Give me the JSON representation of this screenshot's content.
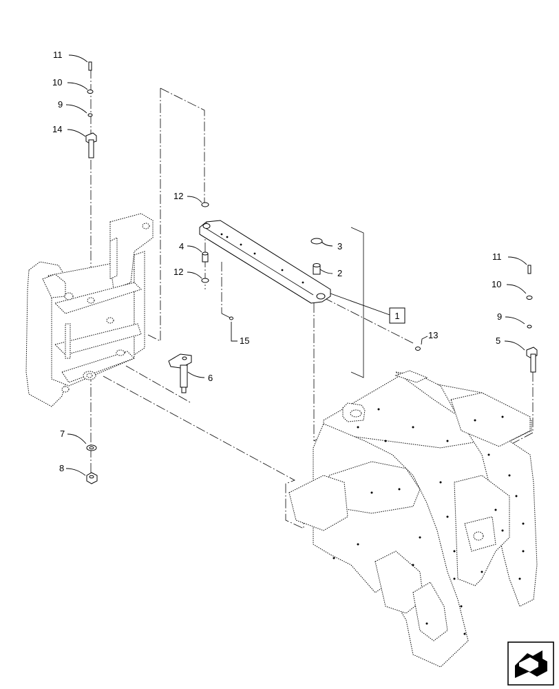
{
  "callouts": {
    "c1": "1",
    "c2": "2",
    "c3": "3",
    "c4": "4",
    "c5": "5",
    "c6": "6",
    "c7": "7",
    "c8": "8",
    "c9_left": "9",
    "c9_right": "9",
    "c10_left": "10",
    "c10_right": "10",
    "c11_left": "11",
    "c11_right": "11",
    "c12_top": "12",
    "c12_bottom": "12",
    "c13": "13",
    "c14": "14",
    "c15": "15"
  },
  "icons": {
    "navigation": "next-page-arrow-icon"
  }
}
